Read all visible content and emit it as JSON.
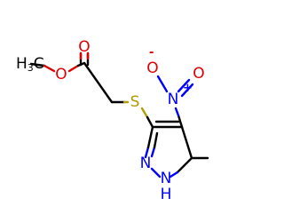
{
  "molecule": {
    "atoms": {
      "methyl_left": {
        "text": "H",
        "sub": "3",
        "suffix": "C"
      },
      "ester_o": {
        "text": "O"
      },
      "carbonyl_o": {
        "text": "O"
      },
      "sulfur": {
        "text": "S"
      },
      "nitro_n": {
        "text": "N"
      },
      "nitro_o_top": {
        "text": "O"
      },
      "nitro_o_right": {
        "text": "O"
      },
      "ring_n": {
        "text": "N"
      },
      "ring_nh": {
        "text": "N"
      },
      "ring_nh_h": {
        "text": "H"
      }
    },
    "charges": {
      "nitro_o_minus": "-",
      "nitro_n_plus": "+"
    }
  }
}
